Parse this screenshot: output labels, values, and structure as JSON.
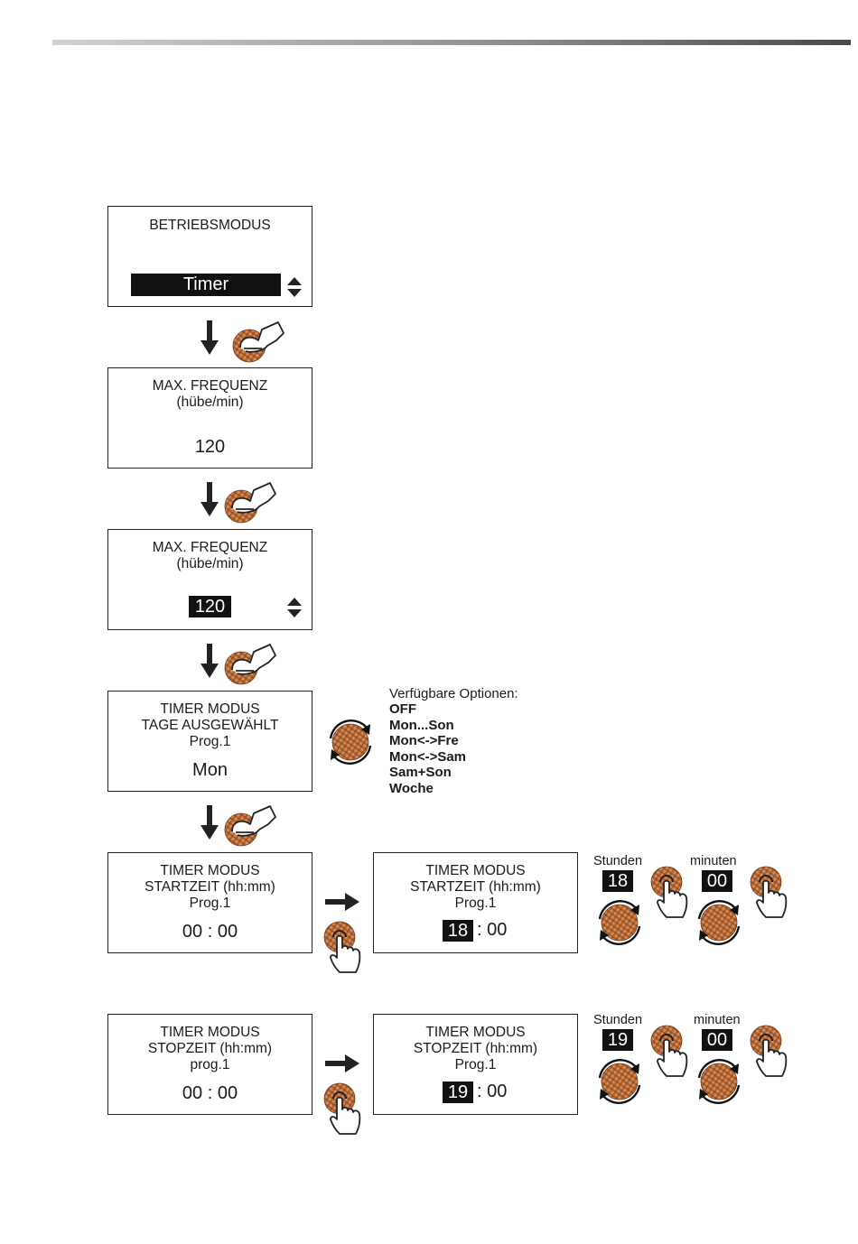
{
  "panel1": {
    "title": "BETRIEBSMODUS",
    "value": "Timer"
  },
  "panel2": {
    "title1": "MAX. FREQUENZ",
    "title2": "(hübe/min)",
    "value": "120"
  },
  "panel3": {
    "title1": "MAX. FREQUENZ",
    "title2": "(hübe/min)",
    "value": "120"
  },
  "panel4": {
    "title1": "TIMER MODUS",
    "title2": "TAGE AUSGEWÄHLT",
    "title3": "Prog.1",
    "value": "Mon"
  },
  "options": {
    "title": "Verfügbare Optionen:",
    "items": [
      "OFF",
      "Mon...Son",
      "Mon<->Fre",
      "Mon<->Sam",
      "Sam+Son",
      "Woche"
    ]
  },
  "panel5": {
    "title1": "TIMER MODUS",
    "title2": "STARTZEIT (hh:mm)",
    "title3": "Prog.1",
    "value": "00 : 00"
  },
  "panel6": {
    "title1": "TIMER MODUS",
    "title2": "STARTZEIT (hh:mm)",
    "title3": "Prog.1",
    "hours": "18",
    "rest": ": 00"
  },
  "panel7": {
    "title1": "TIMER MODUS",
    "title2": "STOPZEIT (hh:mm)",
    "title3": "prog.1",
    "value": "00 : 00"
  },
  "panel8": {
    "title1": "TIMER MODUS",
    "title2": "STOPZEIT (hh:mm)",
    "title3": "Prog.1",
    "hours": "19",
    "rest": ": 00"
  },
  "start_set": {
    "hours_label": "Stunden",
    "hours": "18",
    "minutes_label": "minuten",
    "minutes": "00"
  },
  "stop_set": {
    "hours_label": "Stunden",
    "hours": "19",
    "minutes_label": "minuten",
    "minutes": "00"
  },
  "colors": {
    "knob": "#c0703a",
    "knob_dark": "#8a4a22"
  }
}
